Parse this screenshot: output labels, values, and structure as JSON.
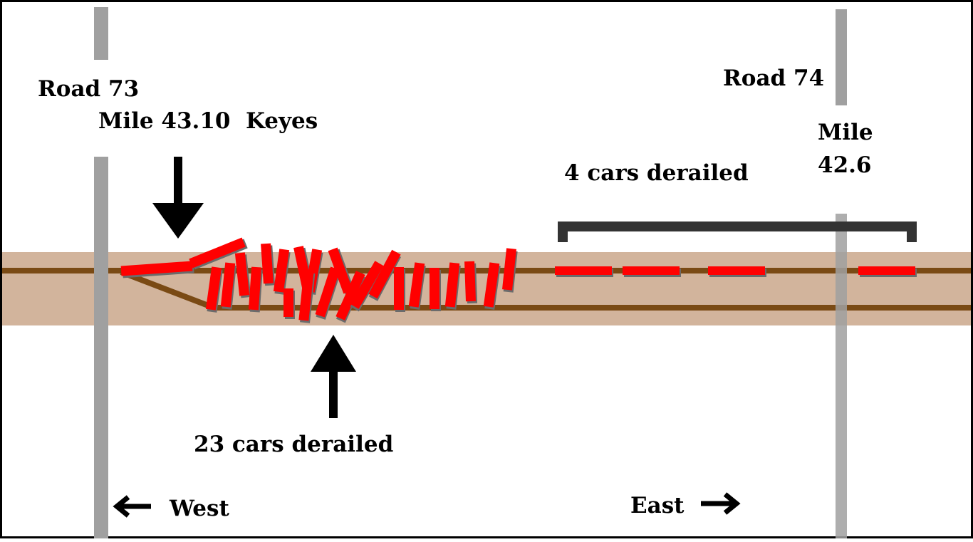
{
  "diagram": {
    "title": "Train derailment layout",
    "labels": {
      "road_west": "Road 73",
      "milepost_west": "Mile 43.10  Keyes",
      "road_east": "Road 74",
      "milepost_east_line1": "Mile",
      "milepost_east_line2": "42.6",
      "group_east": "4 cars derailed",
      "group_main": "23 cars derailed",
      "direction_west": "West",
      "direction_east": "East"
    },
    "derailed_counts": {
      "main_pileup": 23,
      "east_group": 4
    },
    "colors": {
      "railcar": "#ff0000",
      "track": "#7a4a14",
      "right_of_way": "#d2b49c",
      "road": "#a0a0a0",
      "bracket": "#333333",
      "arrow": "#000000",
      "border": "#000000"
    },
    "icons": {
      "west_arrow": "arrow-left-icon",
      "east_arrow": "arrow-right-icon",
      "pointer_down": "arrow-down-icon",
      "pointer_up": "arrow-up-icon"
    }
  }
}
